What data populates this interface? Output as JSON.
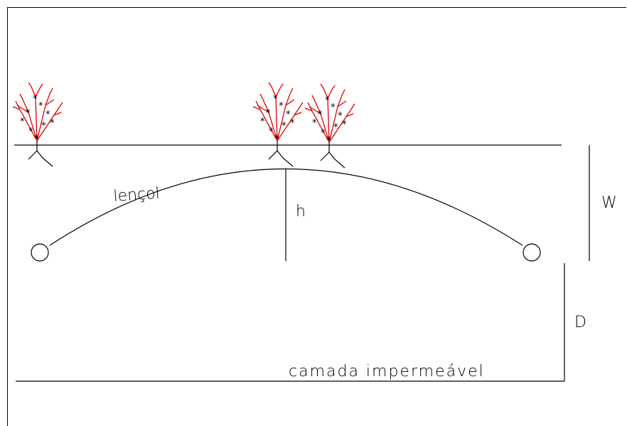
{
  "labels": {
    "water_table": "lençol",
    "h": "h",
    "w": "W",
    "d": "D",
    "impermeable_layer": "camada impermeável"
  },
  "plants": [
    {
      "name": "plant-left"
    },
    {
      "name": "plant-center"
    },
    {
      "name": "plant-right"
    }
  ],
  "colors": {
    "line": "#000000",
    "branch": "#e00000",
    "leaf": "#000000"
  }
}
